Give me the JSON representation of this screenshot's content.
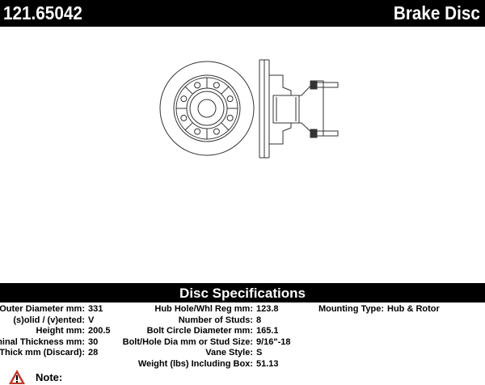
{
  "header": {
    "part_number": "121.65042",
    "title": "Brake Disc"
  },
  "spec_title": "Disc Specifications",
  "specs": {
    "col1": [
      [
        "Outer Diameter mm:",
        "331"
      ],
      [
        "(s)olid / (v)ented:",
        "V"
      ],
      [
        "Height mm:",
        "200.5"
      ],
      [
        "Nominal Thickness mm:",
        "30"
      ],
      [
        "Min. Thick mm (Discard):",
        "28"
      ]
    ],
    "col2": [
      [
        "Hub Hole/Whl Reg mm:",
        "123.8"
      ],
      [
        "Number of Studs:",
        "8"
      ],
      [
        "Bolt Circle Diameter mm:",
        "165.1"
      ],
      [
        "Bolt/Hole Dia mm or Stud Size:",
        "9/16\"-18"
      ],
      [
        "Vane Style:",
        "S"
      ],
      [
        "Weight (lbs) Including Box:",
        "51.13"
      ]
    ],
    "col3": [
      [
        "Mounting Type:",
        "Hub & Rotor"
      ]
    ]
  },
  "note": {
    "label": "Note:",
    "icon": "warning-icon",
    "icon_color": "#c0392b"
  }
}
